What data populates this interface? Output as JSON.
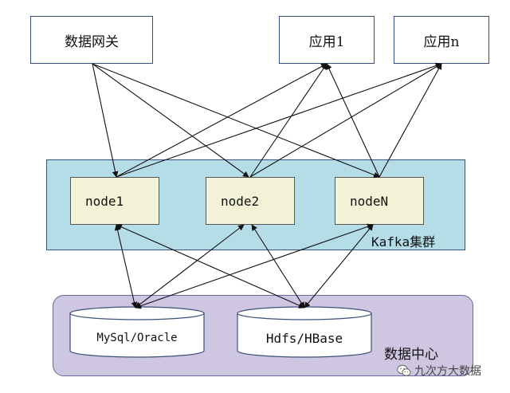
{
  "top": {
    "gateway": "数据网关",
    "app1": "应用1",
    "appn": "应用n"
  },
  "kafka": {
    "label": "Kafka集群",
    "nodes": [
      "node1",
      "node2",
      "nodeN"
    ]
  },
  "datacenter": {
    "label": "数据中心",
    "db1": "MySql/Oracle",
    "db2": "Hdfs/HBase"
  },
  "watermark": {
    "text": "九次方大数据",
    "icon": "wechat-icon"
  }
}
